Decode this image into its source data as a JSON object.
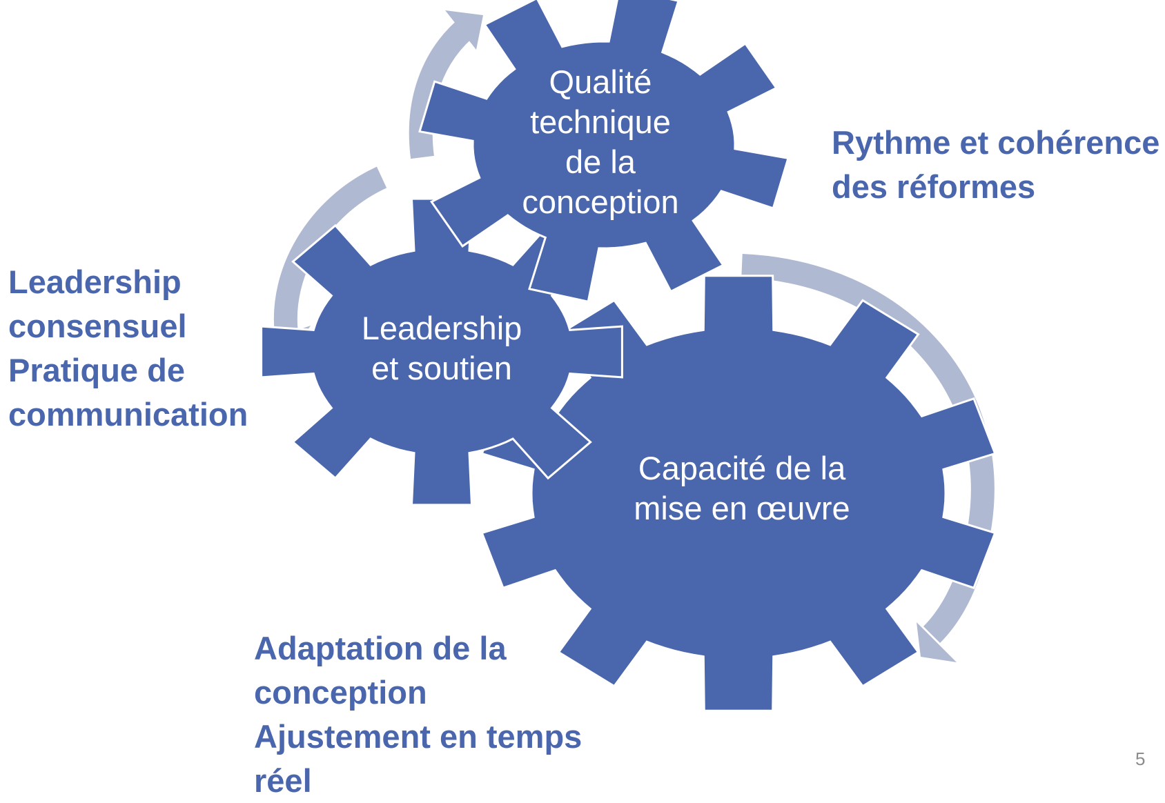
{
  "colors": {
    "gear": "#4a66ad",
    "arrow": "#b0b9d2",
    "text": "#4a66ad",
    "page_number": "#8c8c8c"
  },
  "gears": {
    "quality": {
      "lines": [
        "Qualité",
        "technique",
        "de la",
        "conception"
      ]
    },
    "leadership": {
      "lines": [
        "Leadership",
        "et soutien"
      ]
    },
    "capacity": {
      "lines": [
        "Capacité de la",
        "mise en œuvre"
      ]
    }
  },
  "labels": {
    "rhythm": {
      "lines": [
        "Rythme et cohérence",
        "des réformes"
      ]
    },
    "leadership_practice": {
      "lines": [
        "Leadership",
        "consensuel",
        "Pratique de",
        "communication"
      ]
    },
    "adaptation": {
      "lines": [
        "Adaptation de la",
        "conception",
        "Ajustement en temps",
        "réel"
      ]
    }
  },
  "page_number": "5"
}
